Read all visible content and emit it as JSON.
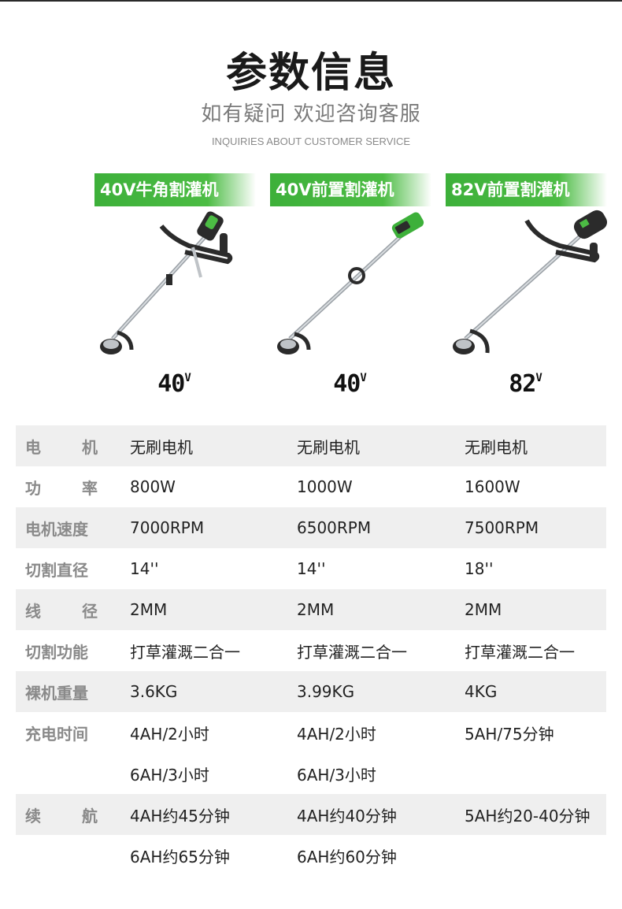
{
  "header": {
    "title": "参数信息",
    "subtitle": "如有疑问 欢迎咨询客服",
    "subtitle_en": "INQUIRIES ABOUT CUSTOMER SERVICE"
  },
  "products": [
    {
      "label": "40V牛角割灌机",
      "volt": "40",
      "volt_suffix": "V"
    },
    {
      "label": "40V前置割灌机",
      "volt": "40",
      "volt_suffix": "V"
    },
    {
      "label": "82V前置割灌机",
      "volt": "82",
      "volt_suffix": "V"
    }
  ],
  "colors": {
    "brand_green": "#3db03a",
    "row_shade": "#efefef"
  },
  "specs": {
    "motor": {
      "label_a": "电",
      "label_b": "机",
      "v1": "无刷电机",
      "v2": "无刷电机",
      "v3": "无刷电机"
    },
    "power": {
      "label_a": "功",
      "label_b": "率",
      "v1": "800W",
      "v2": "1000W",
      "v3": "1600W"
    },
    "speed": {
      "label": "电机速度",
      "v1": "7000RPM",
      "v2": "6500RPM",
      "v3": "7500RPM"
    },
    "diameter": {
      "label": "切割直径",
      "v1": "14''",
      "v2": "14''",
      "v3": "18''"
    },
    "line": {
      "label_a": "线",
      "label_b": "径",
      "v1": "2MM",
      "v2": "2MM",
      "v3": "2MM"
    },
    "function": {
      "label": "切割功能",
      "v1": "打草灌溉二合一",
      "v2": "打草灌溉二合一",
      "v3": "打草灌溉二合一"
    },
    "weight": {
      "label": "裸机重量",
      "v1": "3.6KG",
      "v2": "3.99KG",
      "v3": "4KG"
    },
    "charge": {
      "label": "充电时间",
      "v1a": "4AH/2小时",
      "v2a": "4AH/2小时",
      "v3a": "5AH/75分钟",
      "v1b": "6AH/3小时",
      "v2b": "6AH/3小时"
    },
    "runtime": {
      "label_a": "续",
      "label_b": "航",
      "v1a": "4AH约45分钟",
      "v2a": "4AH约40分钟",
      "v3a": "5AH约20-40分钟",
      "v1b": "6AH约65分钟",
      "v2b": "6AH约60分钟"
    }
  }
}
